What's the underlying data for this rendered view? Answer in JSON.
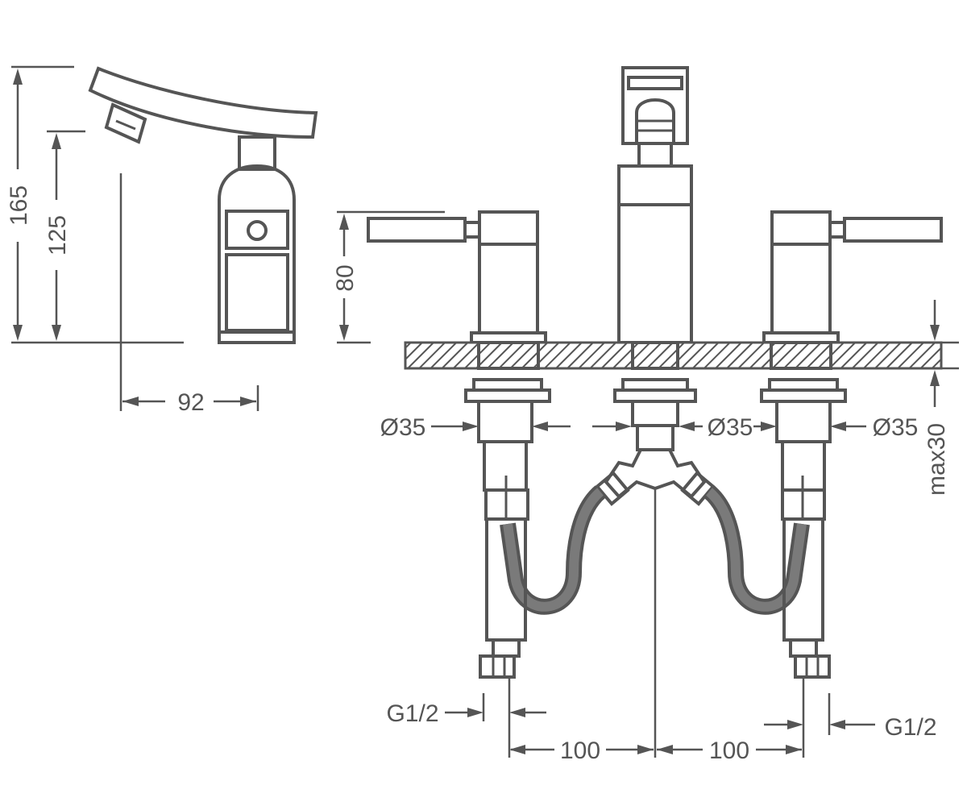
{
  "dimensions": {
    "height_total": "165",
    "height_spout": "125",
    "projection": "92",
    "handle_height": "80",
    "diameter_left": "Ø35",
    "diameter_center": "Ø35",
    "diameter_right": "Ø35",
    "deck_thickness": "max30",
    "connector_left": "G1/2",
    "connector_right": "G1/2",
    "spacing_left": "100",
    "spacing_right": "100"
  },
  "colors": {
    "line": "#555555",
    "background": "#ffffff"
  }
}
